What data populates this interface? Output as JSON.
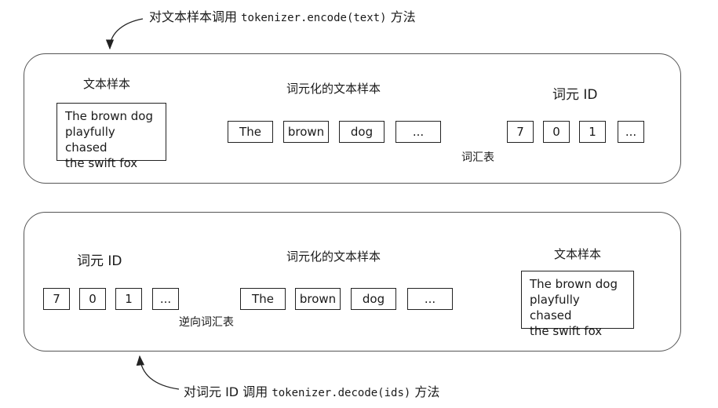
{
  "top_caption": {
    "prefix": "对文本样本调用 ",
    "code": "tokenizer.encode(text)",
    "suffix": " 方法"
  },
  "bottom_caption": {
    "prefix": "对词元 ID 调用 ",
    "code": "tokenizer.decode(ids)",
    "suffix": " 方法"
  },
  "encode_panel": {
    "text_sample_label": "文本样本",
    "text_sample": "The brown dog\nplayfully chased\nthe swift fox",
    "tokenized_label": "词元化的文本样本",
    "tokens": [
      "The",
      "brown",
      "dog",
      "..."
    ],
    "vocab_label": "词汇表",
    "ids_label": "词元 ID",
    "ids": [
      "7",
      "0",
      "1",
      "..."
    ]
  },
  "decode_panel": {
    "ids_label": "词元 ID",
    "ids": [
      "7",
      "0",
      "1",
      "..."
    ],
    "inverse_vocab_label": "逆向词汇表",
    "tokenized_label": "词元化的文本样本",
    "tokens": [
      "The",
      "brown",
      "dog",
      "..."
    ],
    "text_sample_label": "文本样本",
    "text_sample": "The brown dog\nplayfully chased\nthe swift fox"
  }
}
